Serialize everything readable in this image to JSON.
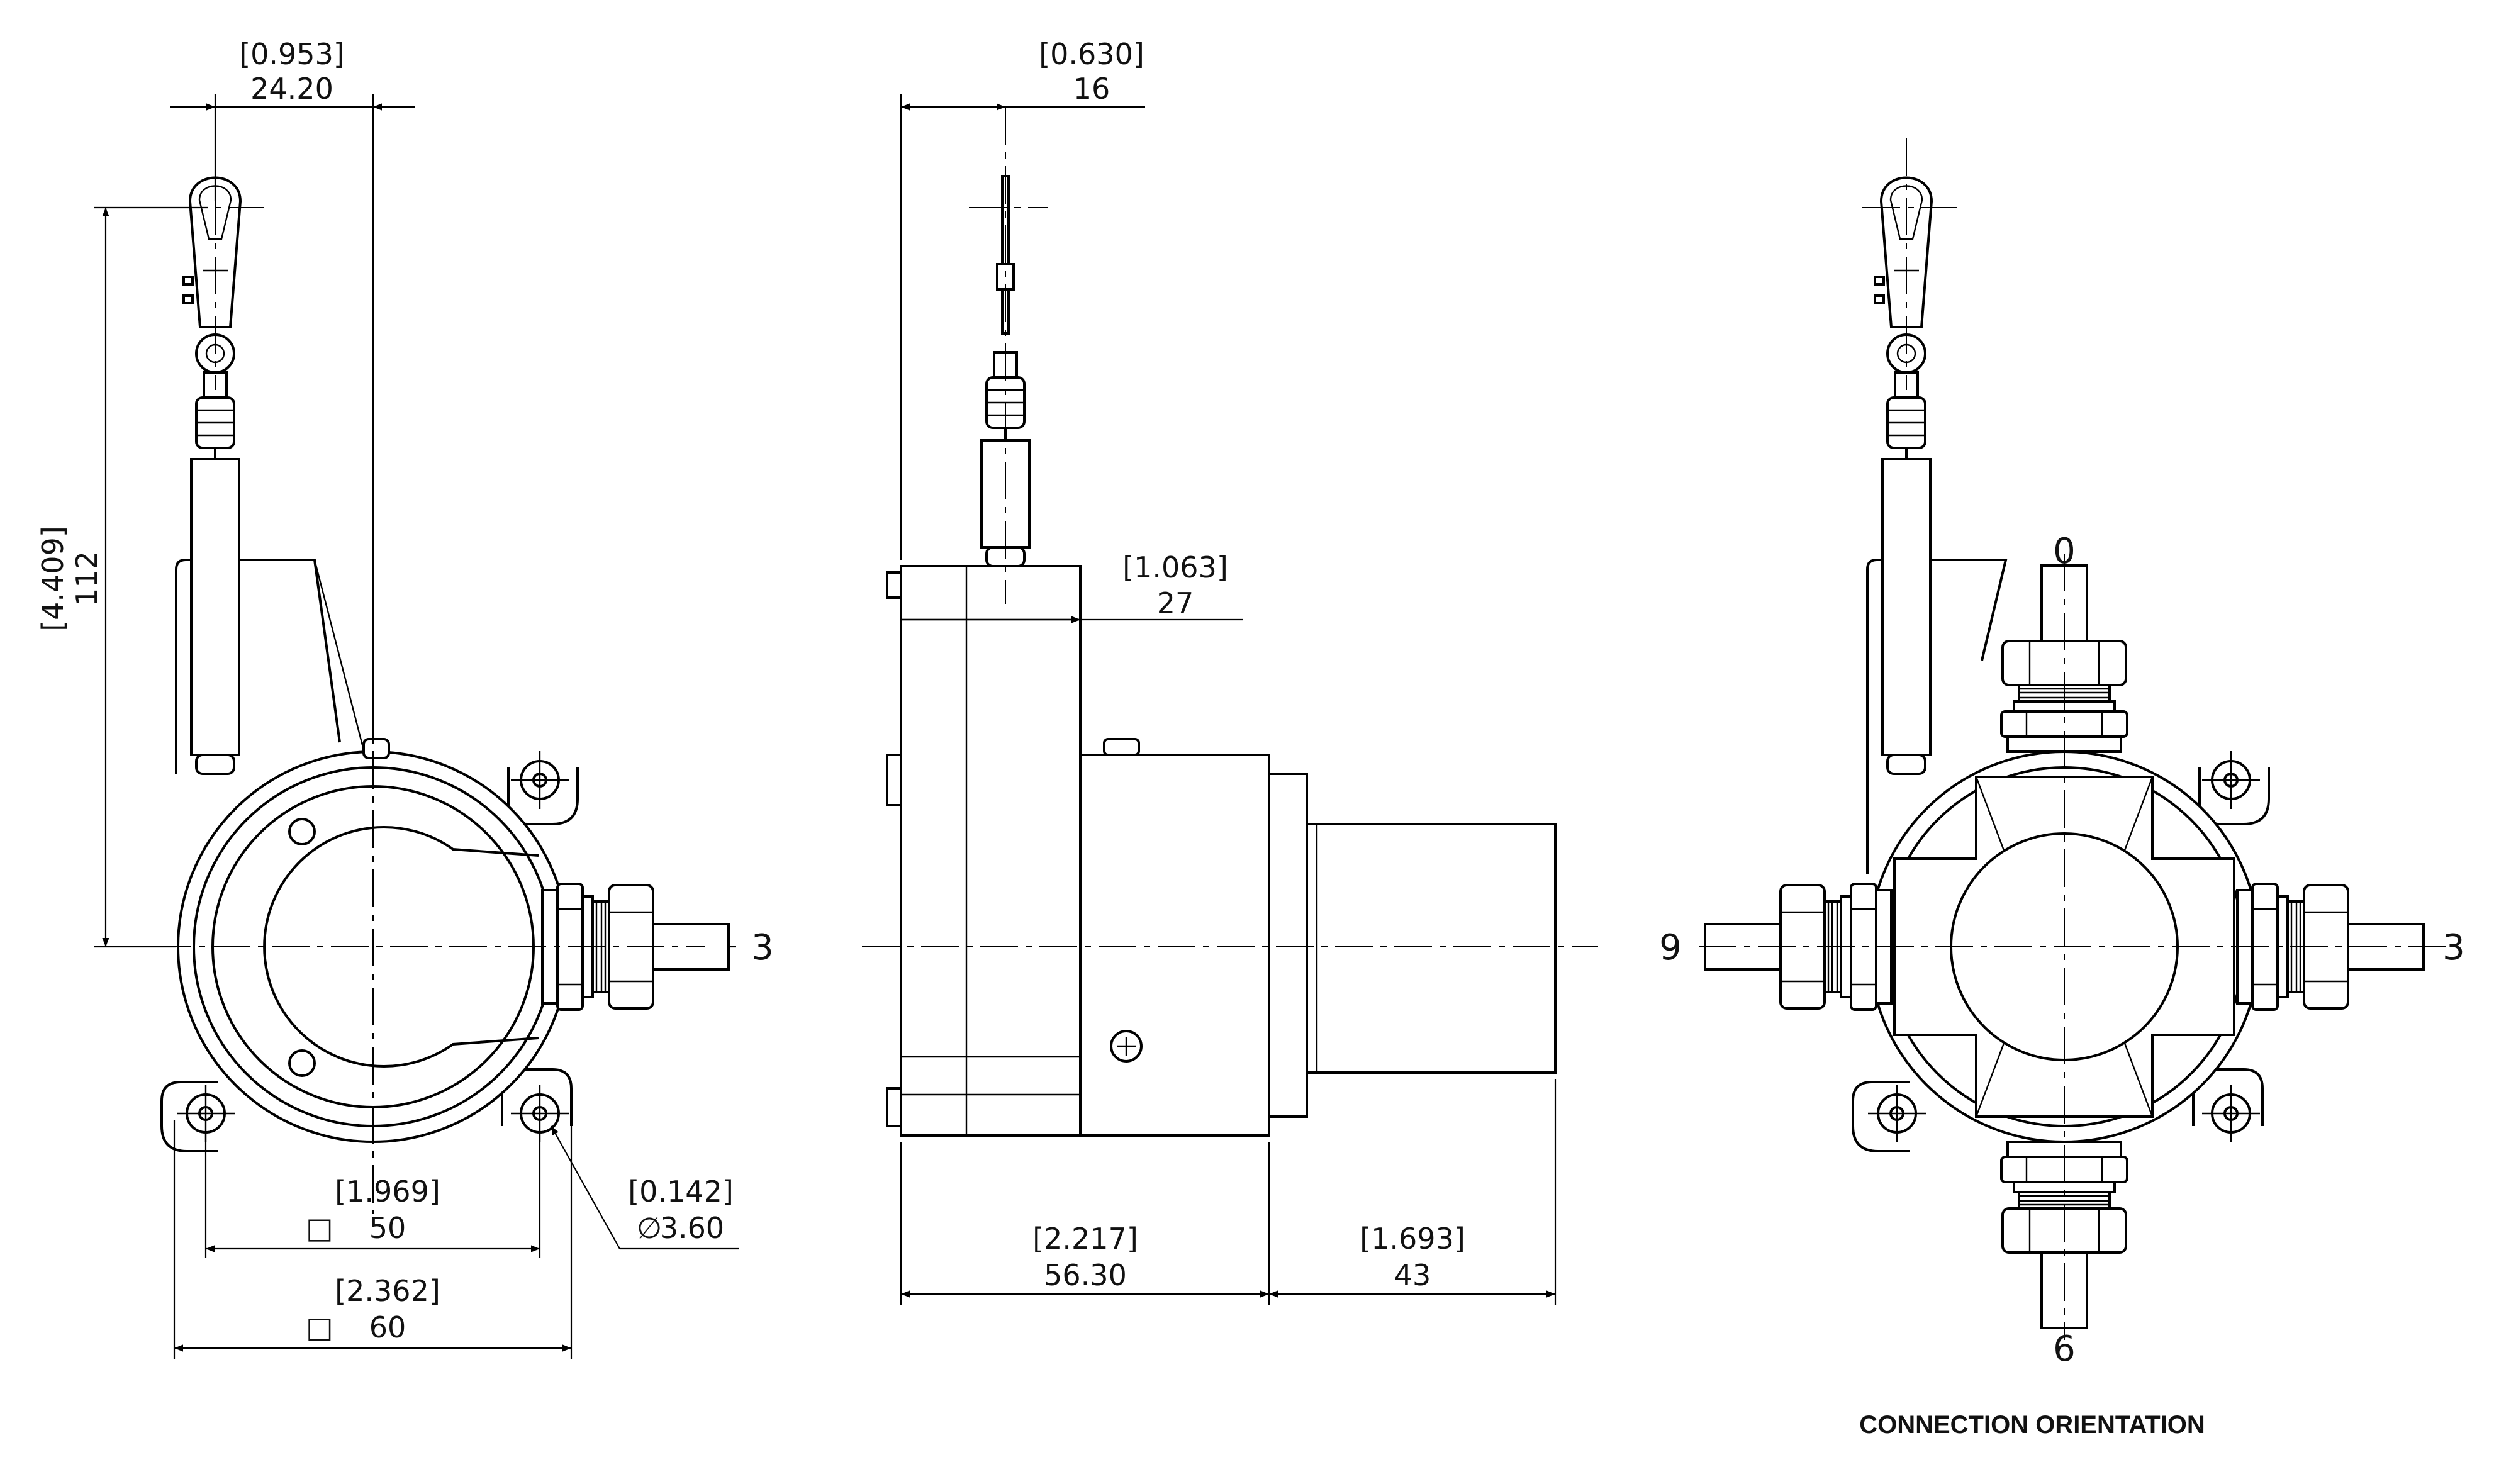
{
  "views": {
    "front": {
      "dims": {
        "cable_offset_in": "0.953",
        "cable_offset_mm": "24.20",
        "height_in": "4.409",
        "height_mm": "112",
        "hole_spacing_in": "1.969",
        "hole_spacing_symbol": "□",
        "hole_spacing_mm": "50",
        "width_in": "2.362",
        "width_symbol": "□",
        "width_mm": "60",
        "hole_dia_in": "0.142",
        "hole_dia_symbol": "∅",
        "hole_dia_mm": "3.60"
      },
      "connector_label": "3"
    },
    "side": {
      "dims": {
        "cable_offset_in": "0.630",
        "cable_offset_mm": "16",
        "body_depth_in": "1.063",
        "body_depth_mm": "27",
        "total_depth_in": "2.217",
        "total_depth_mm": "56.30",
        "sensor_length_in": "1.693",
        "sensor_length_mm": "43"
      }
    },
    "orientation": {
      "labels": {
        "top": "0",
        "right": "3",
        "bottom": "6",
        "left": "9"
      },
      "caption": "CONNECTION ORIENTATION"
    }
  }
}
